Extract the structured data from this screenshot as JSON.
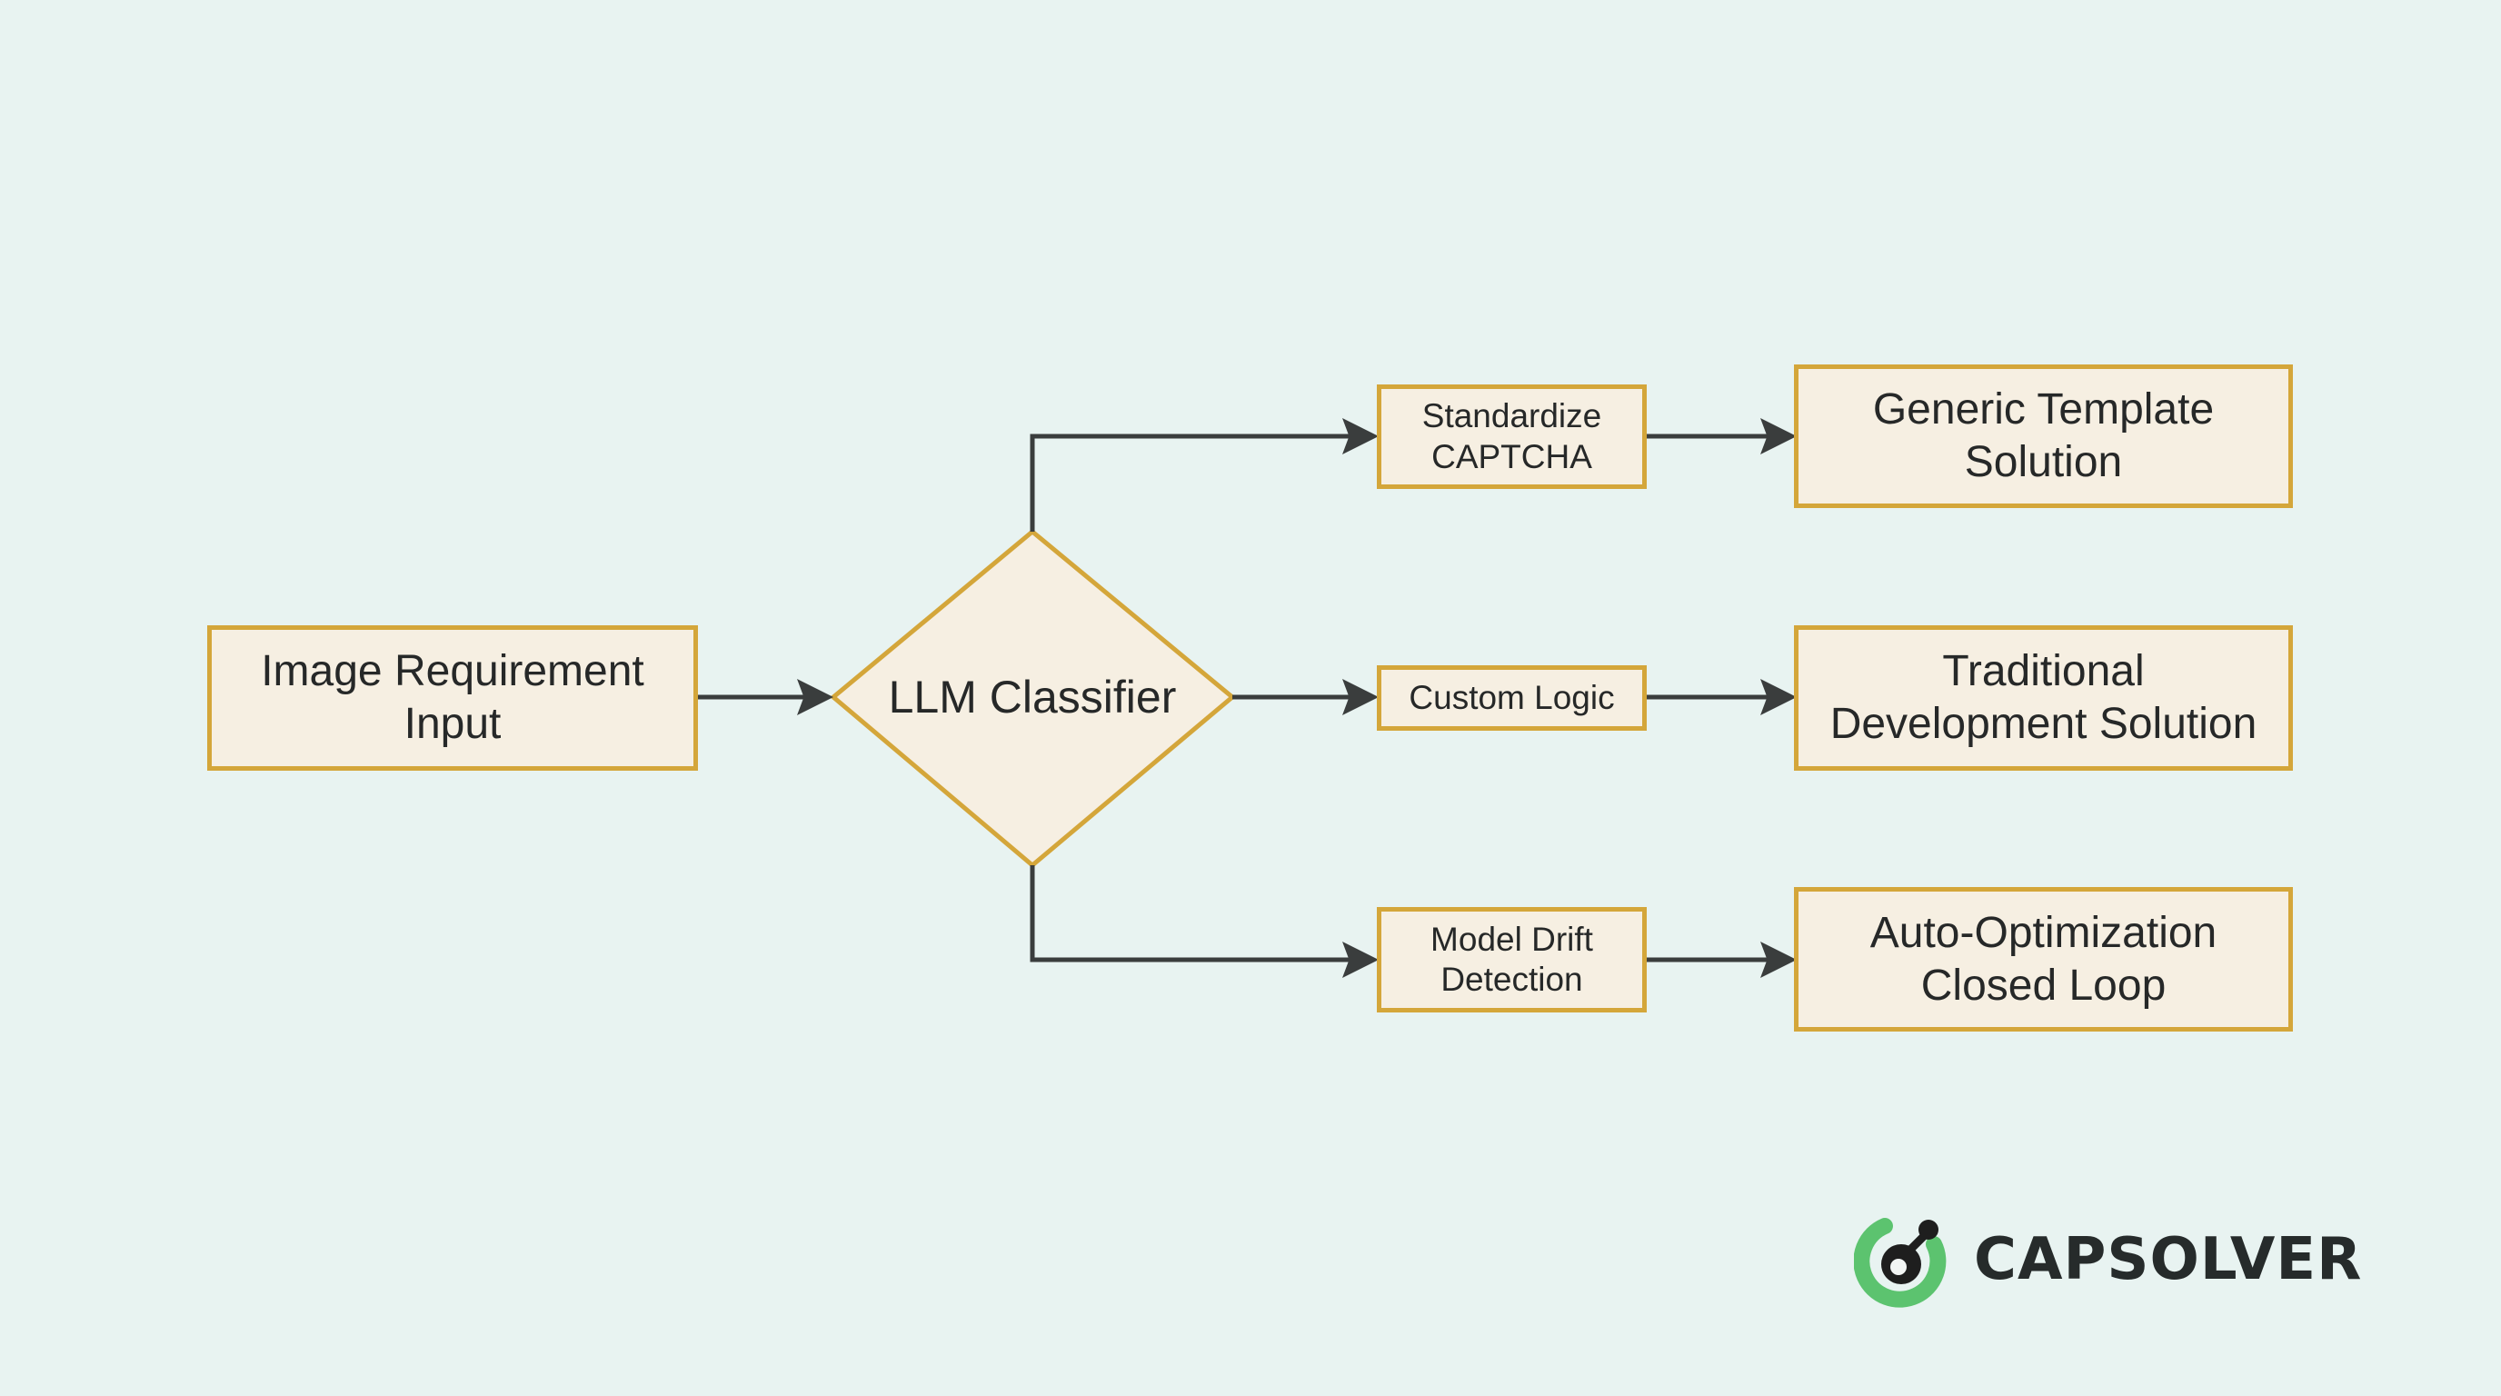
{
  "diagram": {
    "title": "LLM-based image CAPTCHA routing flow",
    "colors": {
      "background": "#e8f3f1",
      "node_fill": "#f6efe2",
      "node_border": "#d4a63a",
      "connector": "#3a3d3d",
      "text": "#262828"
    },
    "nodes": {
      "input": {
        "label": "Image Requirement\nInput"
      },
      "classifier": {
        "label": "LLM Classifier",
        "shape": "diamond"
      },
      "branch_standardize": {
        "label": "Standardize\nCAPTCHA"
      },
      "branch_custom": {
        "label": "Custom Logic"
      },
      "branch_drift": {
        "label": "Model Drift\nDetection"
      },
      "out_generic": {
        "label": "Generic Template\nSolution"
      },
      "out_traditional": {
        "label": "Traditional\nDevelopment Solution"
      },
      "out_auto": {
        "label": "Auto-Optimization\nClosed Loop"
      }
    },
    "edges": [
      {
        "from": "input",
        "to": "classifier"
      },
      {
        "from": "classifier",
        "to": "branch_standardize"
      },
      {
        "from": "classifier",
        "to": "branch_custom"
      },
      {
        "from": "classifier",
        "to": "branch_drift"
      },
      {
        "from": "branch_standardize",
        "to": "out_generic"
      },
      {
        "from": "branch_custom",
        "to": "out_traditional"
      },
      {
        "from": "branch_drift",
        "to": "out_auto"
      }
    ]
  },
  "brand": {
    "name": "CAPSOLVER",
    "icon": "capsolver-logo-icon",
    "accent": "#5cc36f"
  }
}
